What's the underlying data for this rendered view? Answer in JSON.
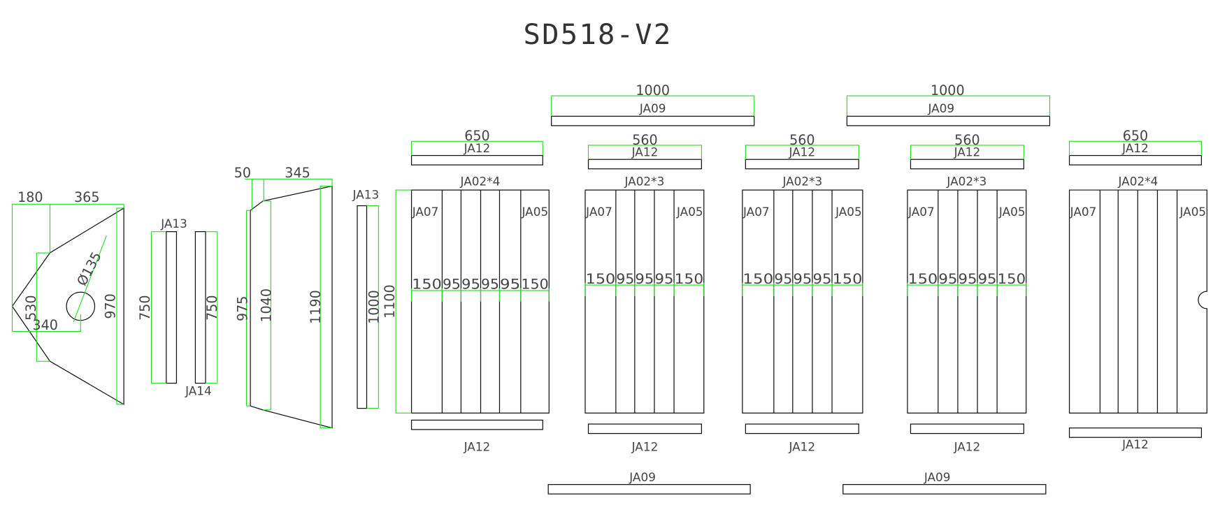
{
  "title": "SD518-V2",
  "side_panel": {
    "dim_top_left": "180",
    "dim_top_right": "365",
    "dim_inner_height": "530",
    "dim_hole_offset": "340",
    "dim_height": "970",
    "dim_hole_diameter": "Ø135"
  },
  "posts": {
    "ja13_label": "JA13",
    "ja13_height": "750",
    "ja14_label": "JA14",
    "ja14_height": "750"
  },
  "tapered_panel": {
    "dim_top_offset": "50",
    "dim_top_width": "345",
    "dim_height_short": "975",
    "dim_height_mid": "1040",
    "dim_height_long": "1190"
  },
  "single_post": {
    "label": "JA13",
    "height": "1000"
  },
  "top_rails": [
    {
      "label": "JA09",
      "length": "1000"
    },
    {
      "label": "JA09",
      "length": "1000"
    }
  ],
  "bottom_rails": [
    {
      "label": "JA09"
    },
    {
      "label": "JA09"
    }
  ],
  "doors": [
    {
      "top_rail_label": "JA12",
      "top_rail_length": "650",
      "slat_label": "JA02*4",
      "left_label": "JA07",
      "right_label": "JA05",
      "widths": [
        "150",
        "95",
        "95",
        "95",
        "95",
        "150"
      ],
      "height": "1100",
      "bottom_rail_label": "JA12"
    },
    {
      "top_rail_label": "JA12",
      "top_rail_length": "560",
      "slat_label": "JA02*3",
      "left_label": "JA07",
      "right_label": "JA05",
      "widths": [
        "150",
        "95",
        "95",
        "95",
        "150"
      ],
      "bottom_rail_label": "JA12"
    },
    {
      "top_rail_label": "JA12",
      "top_rail_length": "560",
      "slat_label": "JA02*3",
      "left_label": "JA07",
      "right_label": "JA05",
      "widths": [
        "150",
        "95",
        "95",
        "95",
        "150"
      ],
      "bottom_rail_label": "JA12"
    },
    {
      "top_rail_label": "JA12",
      "top_rail_length": "560",
      "slat_label": "JA02*3",
      "left_label": "JA07",
      "right_label": "JA05",
      "widths": [
        "150",
        "95",
        "95",
        "95",
        "150"
      ],
      "bottom_rail_label": "JA12"
    },
    {
      "top_rail_label": "JA12",
      "top_rail_length": "650",
      "slat_label": "JA02*4",
      "left_label": "JA07",
      "right_label": "JA05",
      "bottom_rail_label": "JA12"
    }
  ]
}
